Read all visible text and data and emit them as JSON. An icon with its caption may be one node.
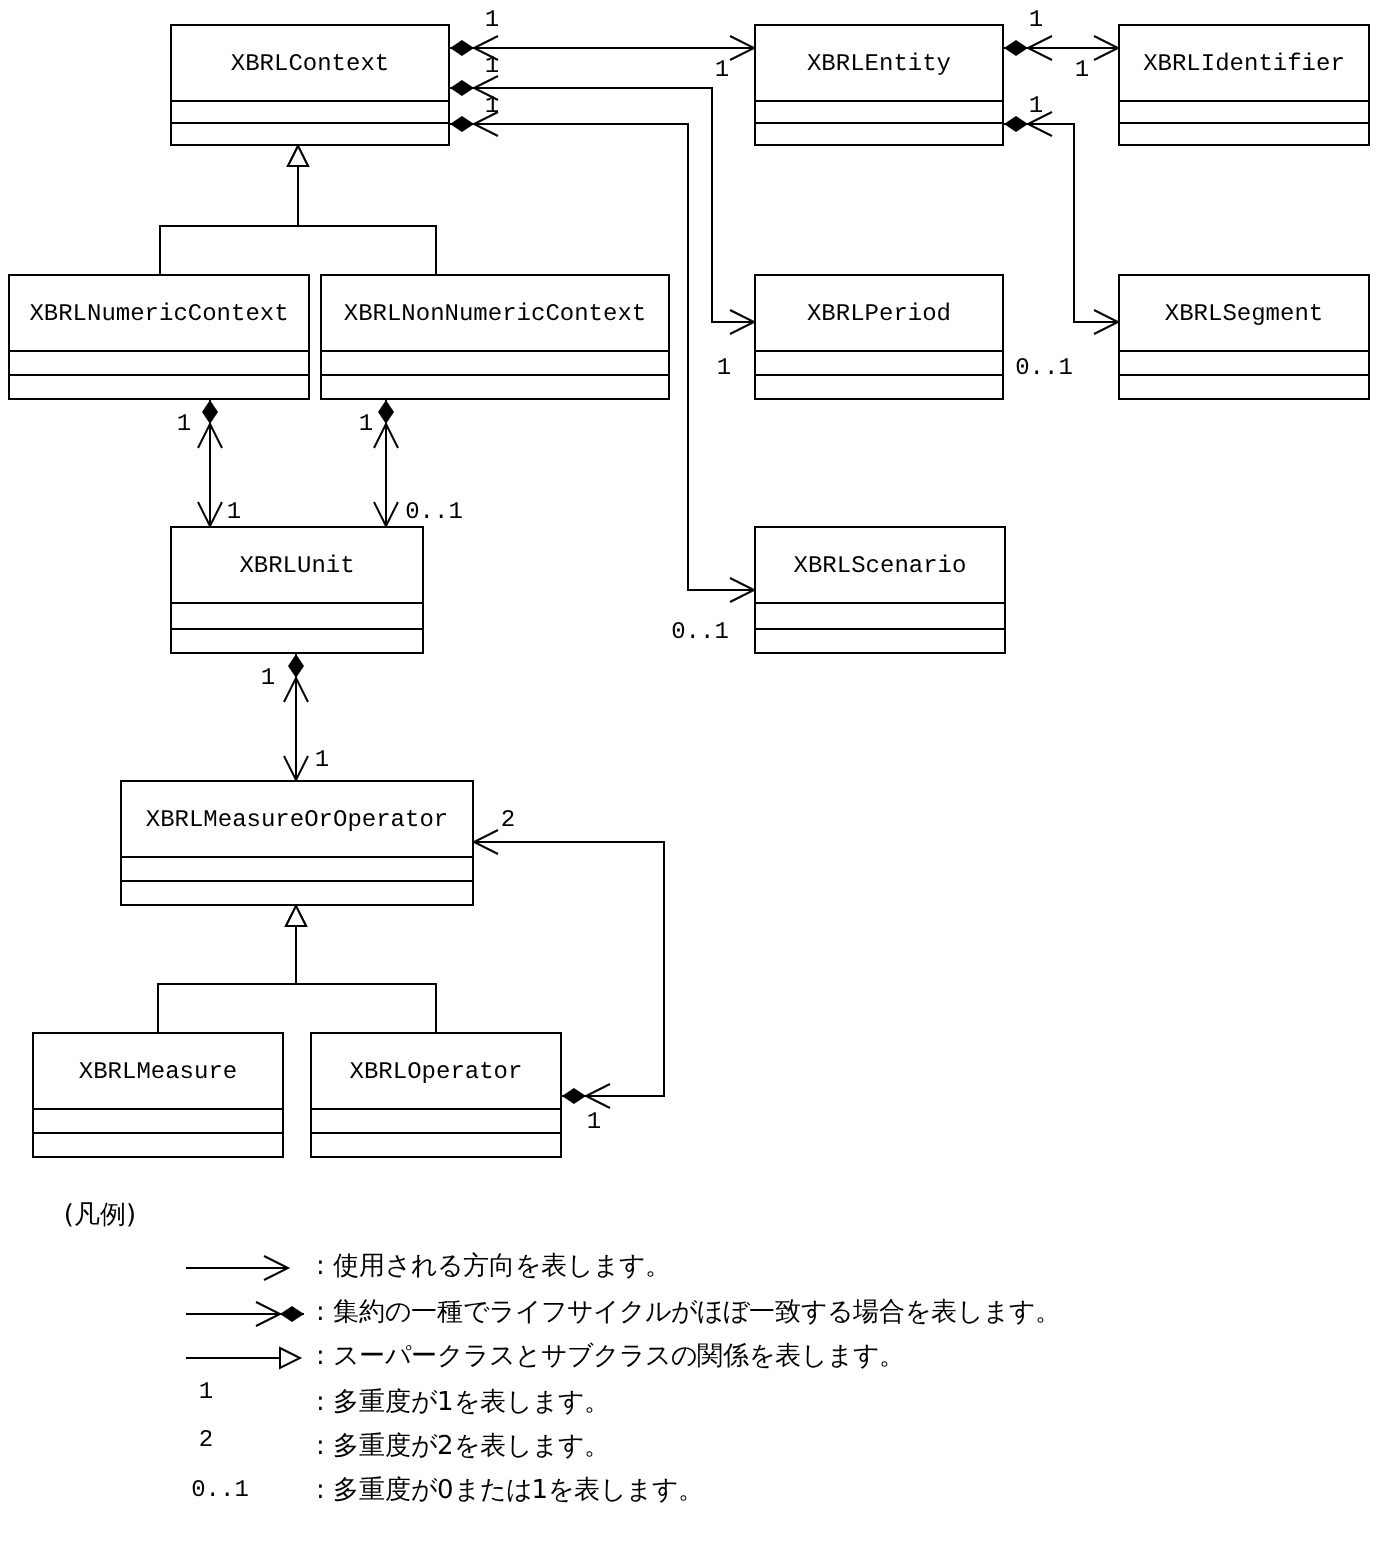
{
  "diagram": {
    "nodes": [
      {
        "text": [
          "XBRLContext"
        ]
      },
      {
        "text": [
          "XBRLEntity"
        ]
      },
      {
        "text": [
          "XBRLIdentifier"
        ]
      },
      {
        "text": [
          "XBRLNumericContext"
        ]
      },
      {
        "text": [
          "XBRLNonNumericContext"
        ]
      },
      {
        "text": [
          "XBRLPeriod"
        ]
      },
      {
        "text": [
          "XBRLSegment"
        ]
      },
      {
        "text": [
          "XBRLUnit"
        ]
      },
      {
        "text": [
          "XBRLScenario"
        ]
      },
      {
        "text": [
          "XBRLMeasureOrOperator"
        ]
      },
      {
        "text": [
          "XBRLMeasure"
        ]
      },
      {
        "text": [
          "XBRLOperator"
        ]
      }
    ],
    "edges": [
      {
        "from": 0,
        "to": 1,
        "arrow": "both"
      },
      {
        "from": 0,
        "to": 5,
        "arrow": "both"
      },
      {
        "from": 0,
        "to": 8,
        "arrow": "both"
      },
      {
        "from": 1,
        "to": 2,
        "arrow": "both"
      },
      {
        "from": 1,
        "to": 6,
        "arrow": "both"
      },
      {
        "from": 3,
        "to": 0,
        "arrow": "to"
      },
      {
        "from": 4,
        "to": 0,
        "arrow": "to"
      },
      {
        "from": 3,
        "to": 7,
        "arrow": "both"
      },
      {
        "from": 4,
        "to": 7,
        "arrow": "both"
      },
      {
        "from": 7,
        "to": 9,
        "arrow": "both"
      },
      {
        "from": 10,
        "to": 9,
        "arrow": "to"
      },
      {
        "from": 11,
        "to": 9,
        "arrow": "to"
      },
      {
        "from": 11,
        "to": 9,
        "arrow": "both"
      }
    ],
    "labels": [
      "1",
      "1",
      "1",
      "1",
      "1",
      "1",
      "1",
      "1",
      "0..1",
      "1",
      "1",
      "1",
      "0..1",
      "0..1",
      "1",
      "1",
      "2",
      "1",
      "(凡例)",
      "1",
      "2",
      "0..1"
    ],
    "legend": [
      {
        "text": ": 使用される方向を表します。"
      },
      {
        "text": ": 集約の一種でライフサイクルがほぼ一致する場合を表します。"
      },
      {
        "text": ": スーパークラスとサブクラスの関係を表します。"
      },
      {
        "text": ": 多重度が1を表します。"
      },
      {
        "text": ": 多重度が2を表します。"
      },
      {
        "text": ": 多重度が0または1を表します。"
      }
    ]
  }
}
